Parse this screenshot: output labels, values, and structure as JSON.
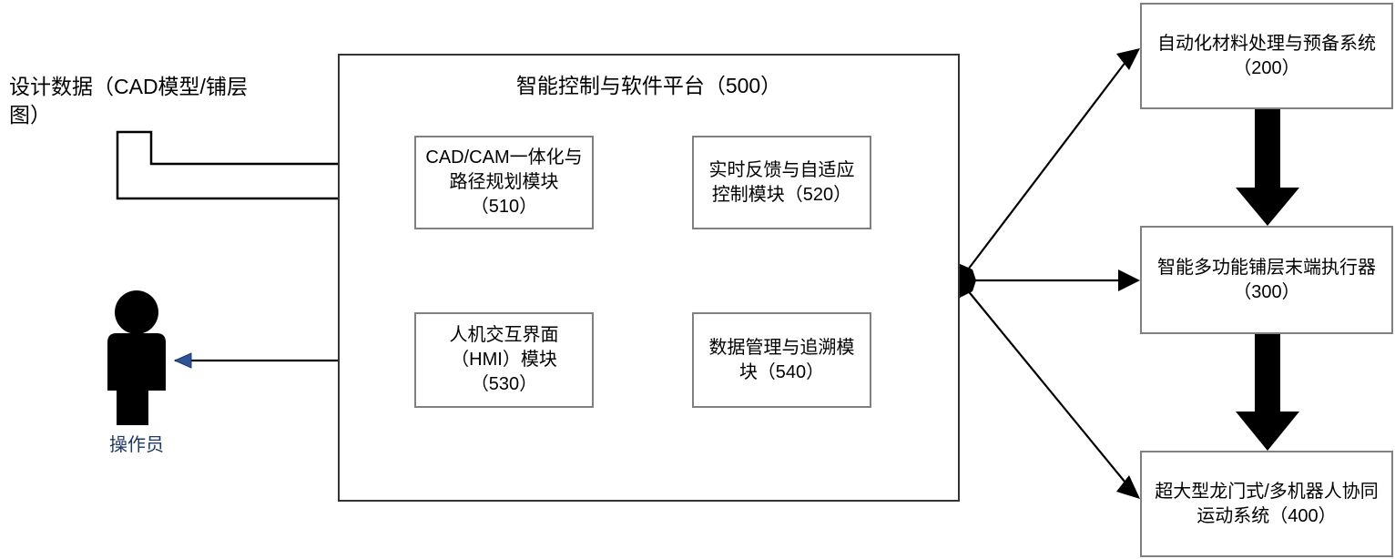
{
  "diagram": {
    "title_text": "智能控制与软件平台（500）",
    "inputs": {
      "design_data_label": "设计数据（CAD模型/铺层\n图）",
      "operator_label": "操作员",
      "operator_icon": "person-icon"
    },
    "platform": {
      "id": "500",
      "label": "智能控制与软件平台（500）",
      "modules": [
        {
          "id": "510",
          "label": "CAD/CAM一体化与\n路径规划模块\n（510）"
        },
        {
          "id": "520",
          "label": "实时反馈与自适应\n控制模块（520）"
        },
        {
          "id": "530",
          "label": "人机交互界面\n（HMI）模块\n（530）"
        },
        {
          "id": "540",
          "label": "数据管理与追溯模\n块（540）"
        }
      ]
    },
    "subsystems": [
      {
        "id": "200",
        "label": "自动化材料处理与预备系统\n（200）"
      },
      {
        "id": "300",
        "label": "智能多功能铺层末端执行器\n（300）"
      },
      {
        "id": "400",
        "label": "超大型龙门式/多机器人协同\n运动系统（400）"
      }
    ],
    "connectors": [
      {
        "name": "design-data-to-510",
        "style": "hollow-block-arrow",
        "direction": "right"
      },
      {
        "name": "module-510-520-link",
        "style": "thick-block-arrow",
        "direction": "both"
      },
      {
        "name": "module-530-540-link",
        "style": "thick-block-arrow",
        "direction": "both"
      },
      {
        "name": "module-510-530-link",
        "style": "thick-block-arrow",
        "direction": "both"
      },
      {
        "name": "module-520-540-link",
        "style": "thick-block-arrow",
        "direction": "both"
      },
      {
        "name": "operator-hmi-link",
        "style": "thin-line",
        "direction": "both"
      },
      {
        "name": "platform-to-200",
        "style": "thin-arrow",
        "direction": "right"
      },
      {
        "name": "platform-to-300",
        "style": "thin-arrow",
        "direction": "right"
      },
      {
        "name": "platform-to-400",
        "style": "thin-arrow",
        "direction": "right"
      },
      {
        "name": "subsystem-200-to-300",
        "style": "thick-block-arrow",
        "direction": "down"
      },
      {
        "name": "subsystem-300-to-400",
        "style": "thick-block-arrow",
        "direction": "down"
      }
    ],
    "colors": {
      "line": "#000000",
      "box_border": "#808080",
      "platform_border": "#333333",
      "text": "#000000",
      "operator_text": "#1f3864",
      "arrow_head_blue": "#2e5496",
      "background": "#ffffff"
    }
  }
}
